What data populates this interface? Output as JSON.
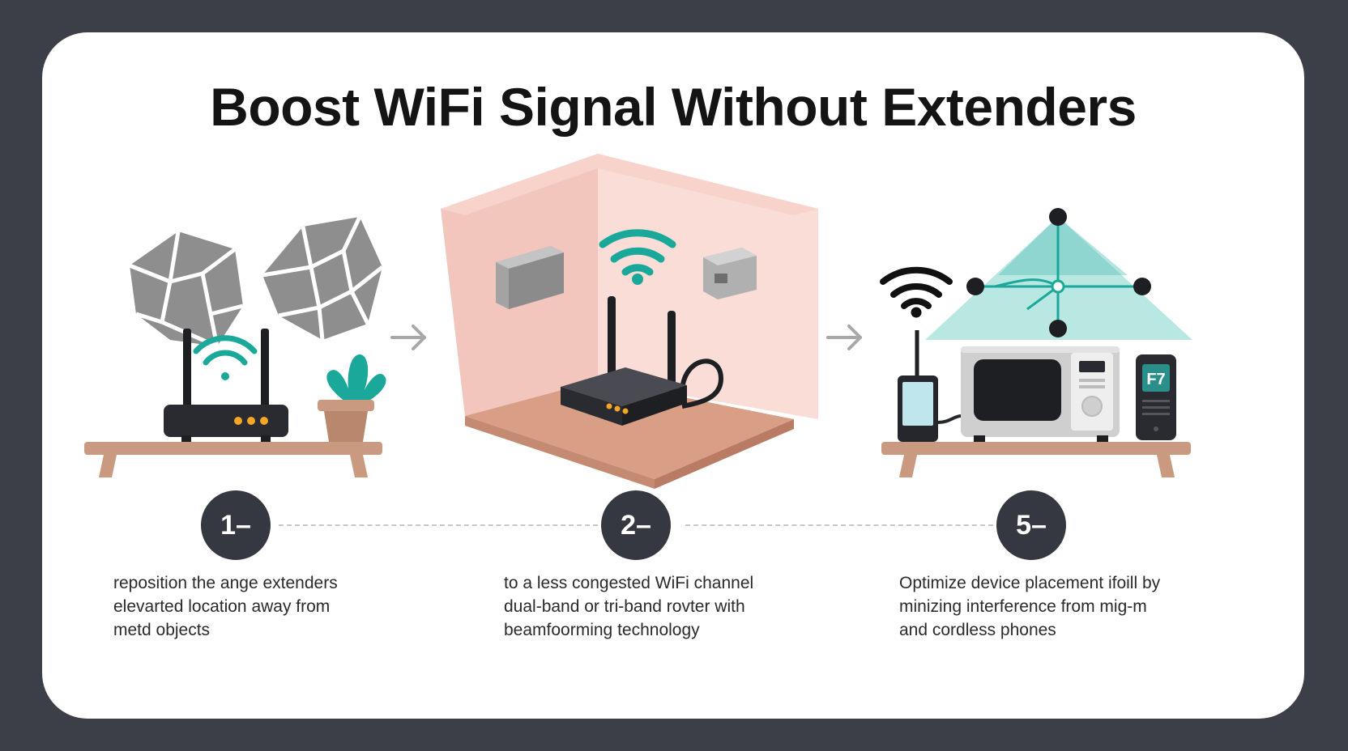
{
  "title": "Boost WiFi Signal Without Extenders",
  "colors": {
    "background": "#3c3f48",
    "card": "#ffffff",
    "wifi_teal": "#1aa89a",
    "router_dark": "#2a2b30",
    "led_orange": "#f5a623",
    "shelf_wood": "#c99a80",
    "room_pink": "#f6d3cc",
    "badge": "#363841"
  },
  "steps": [
    {
      "number": "1–",
      "text": "reposition the ange extenders\nelevarted location away from\nmetd objects"
    },
    {
      "number": "2–",
      "text": "to a less congested WiFi channel\ndual-band or tri-band rovter with\nbeamfoorming technology"
    },
    {
      "number": "5–",
      "text": "Optimize device placement ifoill  by\nminizing interference from mig-m\nand cordless phones"
    }
  ],
  "icons": {
    "arrows": [
      "arrow-right-icon",
      "arrow-right-icon"
    ],
    "wifi": [
      "wifi-icon-teal",
      "wifi-icon-teal",
      "wifi-icon-black"
    ],
    "microwave_display": "F7"
  }
}
